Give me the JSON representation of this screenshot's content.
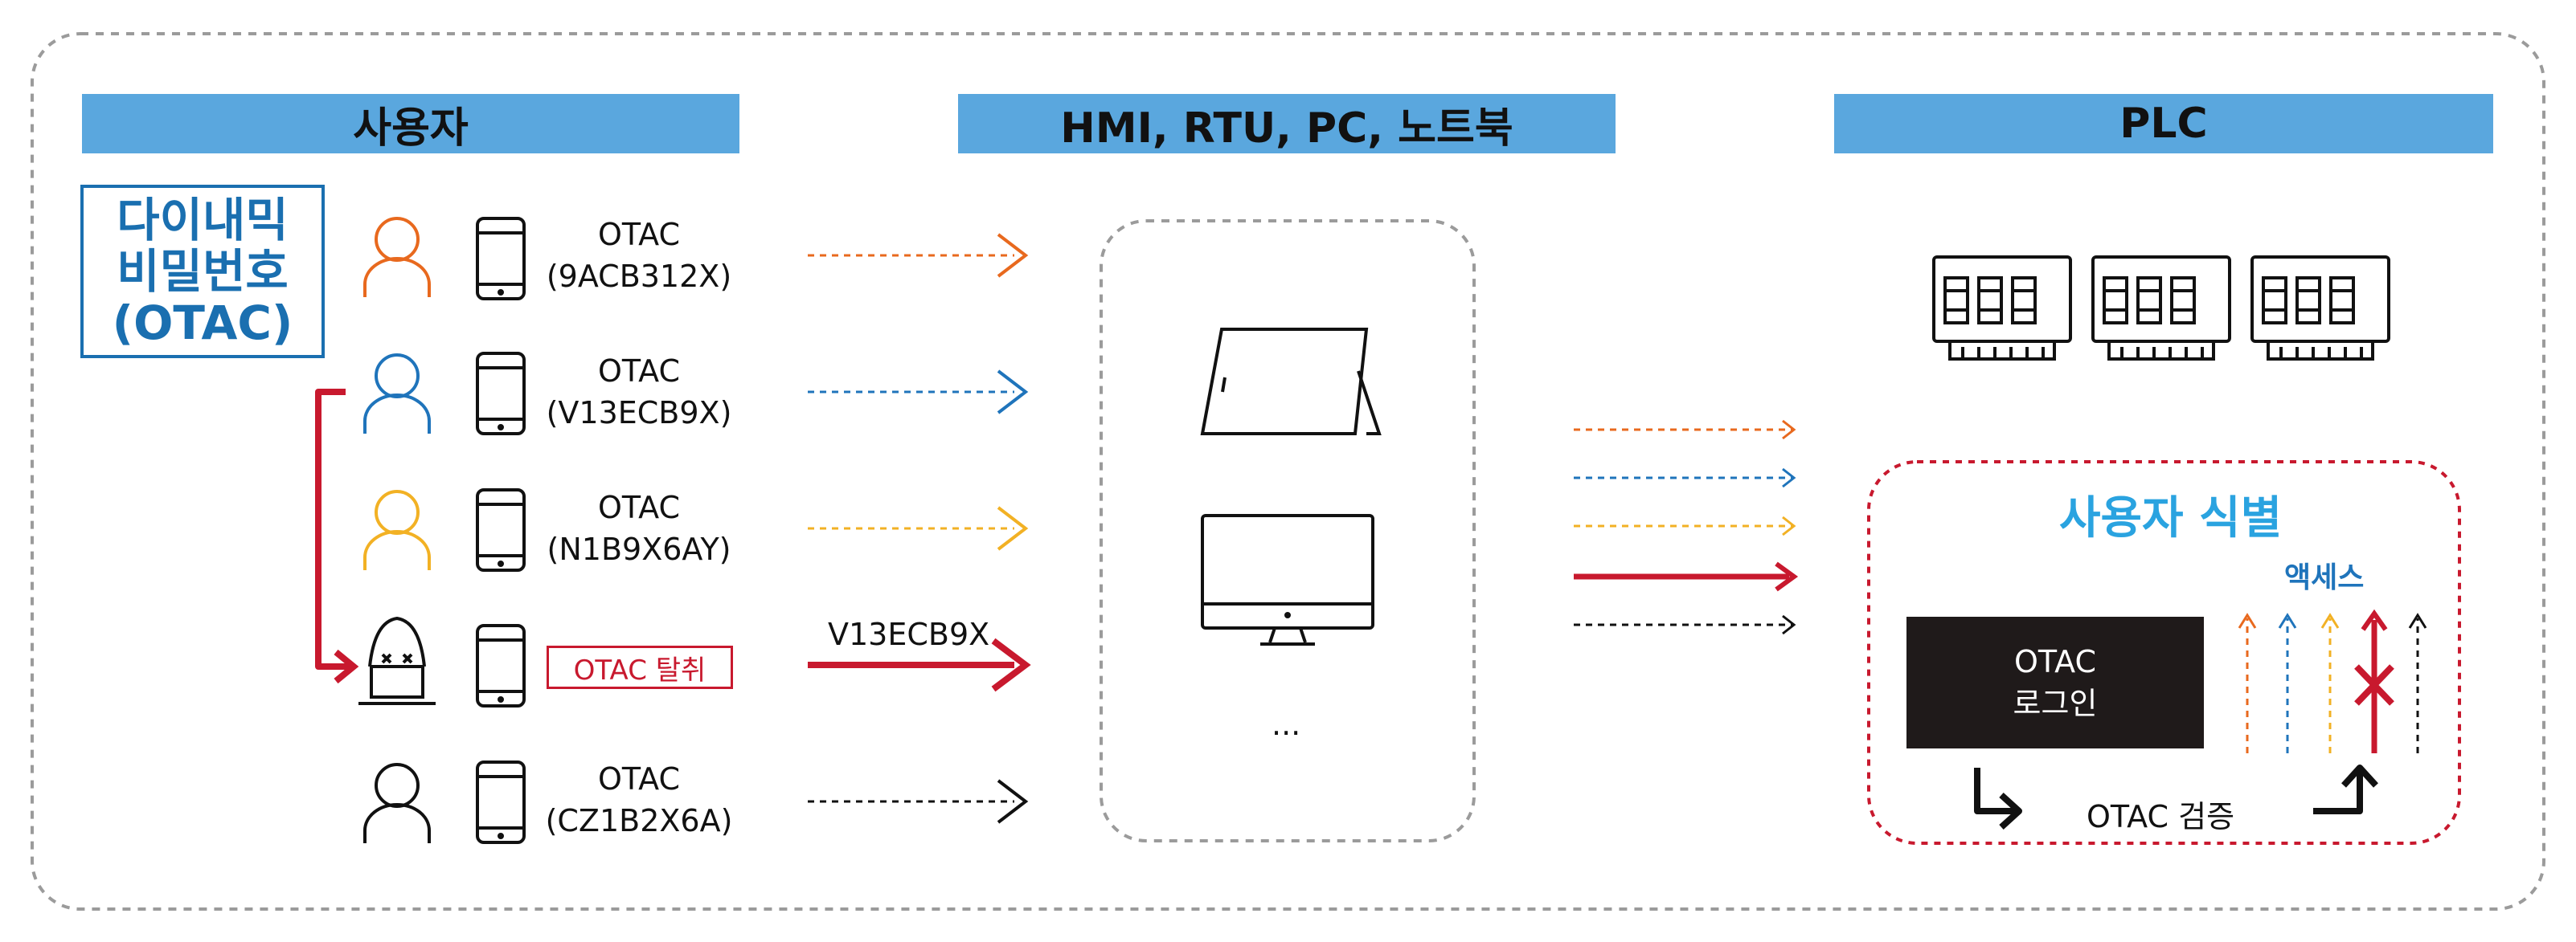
{
  "headers": {
    "users": "사용자",
    "devices": "HMI, RTU, PC, 노트북",
    "plc": "PLC"
  },
  "otac_title": [
    "다이내믹",
    "비밀번호",
    "(OTAC)"
  ],
  "users": [
    {
      "label": "OTAC",
      "code": "(9ACB312X)",
      "color": "#e8691e"
    },
    {
      "label": "OTAC",
      "code": "(V13ECB9X)",
      "color": "#1f74bb"
    },
    {
      "label": "OTAC",
      "code": "(N1B9X6AY)",
      "color": "#f2b124"
    },
    {
      "label": "OTAC 탈취",
      "code": "",
      "color": "#c8192e"
    },
    {
      "label": "OTAC",
      "code": "(CZ1B2X6A)",
      "color": "#111111"
    }
  ],
  "stolen_code": "V13ECB9X",
  "device_more": "...",
  "identify": {
    "title": "사용자 식별",
    "access": "액세스",
    "login": [
      "OTAC",
      "로그인"
    ],
    "verify": "OTAC 검증"
  },
  "colors": {
    "accent_blue": "#5aa7de",
    "title_blue": "#2aa3e0",
    "red": "#c8192e"
  }
}
